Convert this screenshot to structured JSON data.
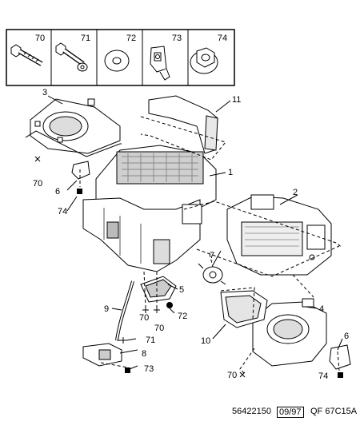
{
  "legend": {
    "parts": [
      {
        "number": "70",
        "icon": "hex-bolt-icon"
      },
      {
        "number": "71",
        "icon": "flange-bolt-icon"
      },
      {
        "number": "72",
        "icon": "flat-washer-icon"
      },
      {
        "number": "73",
        "icon": "spring-clip-nut-icon"
      },
      {
        "number": "74",
        "icon": "flange-nut-icon"
      }
    ]
  },
  "callouts": {
    "c1": "1",
    "c2": "2",
    "c3": "3",
    "c4": "4",
    "c5": "5",
    "c6a": "6",
    "c6b": "6",
    "c7": "7",
    "c8": "8",
    "c9": "9",
    "c10": "10",
    "c11": "11",
    "c70a": "70",
    "c70b": "70",
    "c70c": "70",
    "c70d": "70",
    "c71": "71",
    "c72": "72",
    "c73": "73",
    "c74a": "74",
    "c74b": "74"
  },
  "footer": {
    "reference": "56422150",
    "date": "09/97",
    "code": "QF 67C15A"
  }
}
